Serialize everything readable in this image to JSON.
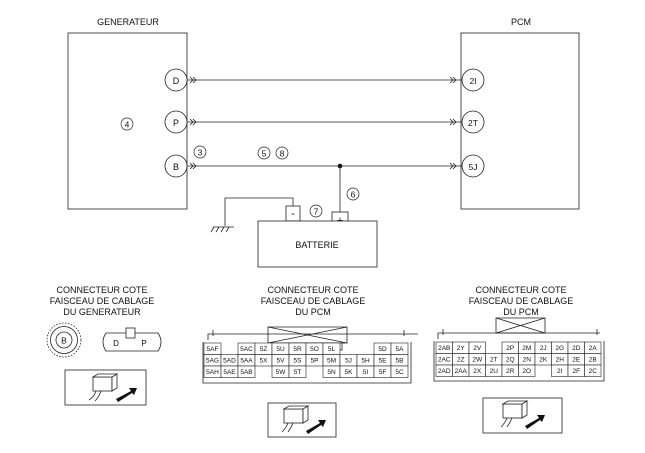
{
  "generator": {
    "title": "GENERATEUR",
    "ref": "4",
    "terminals": [
      "D",
      "P",
      "B"
    ]
  },
  "pcm": {
    "title": "PCM",
    "terminals": [
      "2I",
      "2T",
      "5J"
    ]
  },
  "callouts": {
    "c3": "3",
    "c5": "5",
    "c6": "6",
    "c7": "7",
    "c8": "8"
  },
  "battery": {
    "label": "BATTERIE",
    "minus": "-",
    "plus": "+"
  },
  "connector_gen": {
    "title": [
      "CONNECTEUR COTE",
      "FAISCEAU DE CABLAGE",
      "DU GENERATEUR"
    ],
    "round_pin": "B",
    "flat_pins": [
      "D",
      "P"
    ]
  },
  "connector_pcm1": {
    "title": [
      "CONNECTEUR COTE",
      "FAISCEAU DE CABLAGE",
      "DU PCM"
    ],
    "rows": [
      [
        "5AF",
        "",
        "5AC",
        "5Z",
        "5U",
        "5R",
        "5O",
        "5L",
        "",
        "",
        "5D",
        "5A"
      ],
      [
        "5AG",
        "5AD",
        "5AA",
        "5X",
        "5V",
        "5S",
        "5P",
        "5M",
        "5J",
        "5H",
        "5E",
        "5B"
      ],
      [
        "5AH",
        "5AE",
        "5AB",
        "",
        "5W",
        "5T",
        "",
        "5N",
        "5K",
        "5I",
        "5F",
        "5C"
      ]
    ]
  },
  "connector_pcm2": {
    "title": [
      "CONNECTEUR COTE",
      "FAISCEAU DE CABLAGE",
      "DU PCM"
    ],
    "rows": [
      [
        "2AB",
        "2Y",
        "2V",
        "",
        "2P",
        "2M",
        "2J",
        "2G",
        "2D",
        "2A"
      ],
      [
        "2AC",
        "2Z",
        "2W",
        "2T",
        "2Q",
        "2N",
        "2K",
        "2H",
        "2E",
        "2B"
      ],
      [
        "2AD",
        "2AA",
        "2X",
        "2U",
        "2R",
        "2O",
        "",
        "2I",
        "2F",
        "2C"
      ]
    ]
  }
}
